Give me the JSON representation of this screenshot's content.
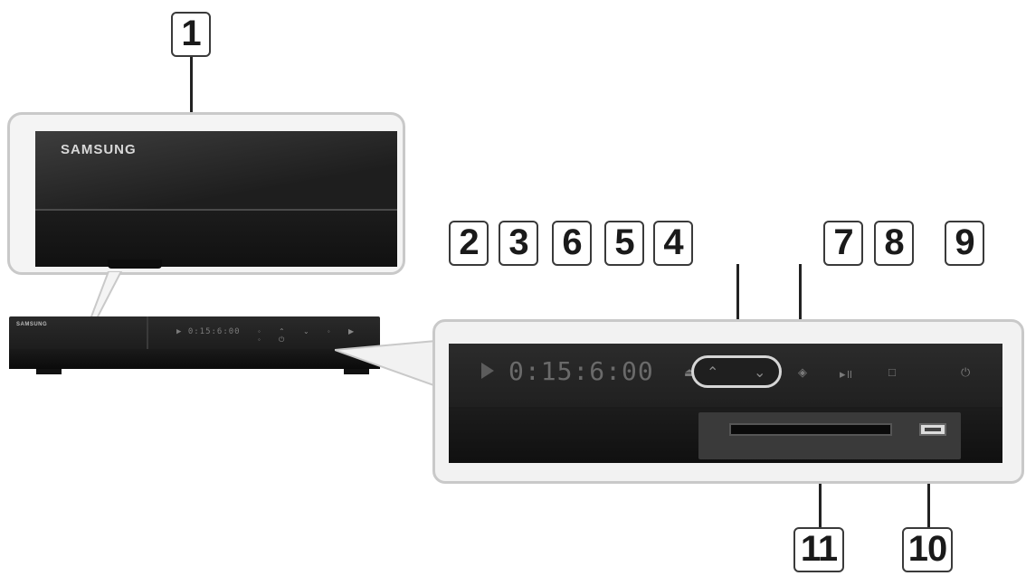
{
  "brand": "SAMSUNG",
  "brand_small": "SAMSUNG",
  "display_time": "0:15:6:00",
  "display_time_small": "▶ 0:15:6:00",
  "callouts": {
    "c1": "1",
    "c2": "2",
    "c3": "3",
    "c6": "6",
    "c5": "5",
    "c4": "4",
    "c7": "7",
    "c8": "8",
    "c9": "9",
    "c11": "11",
    "c10": "10"
  },
  "icons": {
    "play": "play-icon",
    "eject": "eject-icon",
    "up": "chevron-up-icon",
    "down": "chevron-down-icon",
    "center": "enter-icon",
    "play_pause": "play-pause-icon",
    "stop": "stop-icon",
    "power": "power-icon"
  },
  "colors": {
    "panel": "#1b1b1b",
    "callout_border": "#c9c9c9",
    "badge_border": "#3a3a3a"
  }
}
